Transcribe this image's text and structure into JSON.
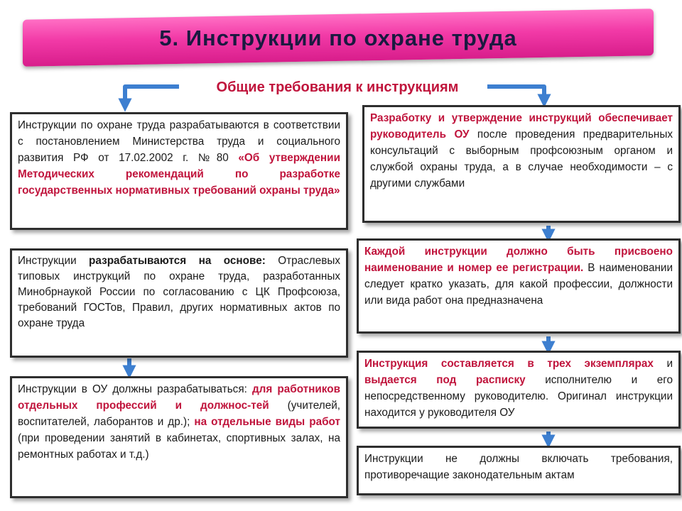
{
  "header": {
    "title": "5. Инструкции по охране труда",
    "subtitle": "Общие требования к инструкциям"
  },
  "left": {
    "box1": {
      "p1": "Инструкции по охране труда разрабатываются в соответствии с постановлением Министерства труда и социального развития РФ от 17.02.2002 г. №80 ",
      "p2": "«Об утверждении Методических рекомендаций по разработке государственных нормативных требований охраны труда»"
    },
    "box2": {
      "p1": "Инструкции ",
      "p2": "разрабатываются на основе:",
      "p3": " Отраслевых типовых инструкций по охране труда, разработанных Минобрнаукой России по согласованию с ЦК Профсоюза, требований ГОСТов, Правил, других нормативных актов по охране труда"
    },
    "box3": {
      "p1": "Инструкции в ОУ должны разрабатываться: ",
      "p2": "для работников отдельных профессий и должнос-тей",
      "p3": " (учителей, воспитателей, лаборантов и др.); ",
      "p4": "на отдельные виды работ",
      "p5": " (при проведении занятий в кабинетах, спортивных залах, на ремонтных работах и т.д.)"
    }
  },
  "right": {
    "box1": {
      "p1": "Разработку и утверждение инструкций обеспечивает руководитель ОУ",
      "p2": " после проведения предварительных консультаций с выборным профсоюзным органом и службой охраны труда, а в случае необходимости – с другими службами"
    },
    "box2": {
      "p1": "Каждой инструкции должно быть присвоено наименование и номер ее регистрации.",
      "p2": " В наименовании следует кратко указать, для какой профессии, должности или вида работ она предназначена"
    },
    "box3": {
      "p1": "Инструкция составляется в трех экземплярах",
      "p2": " и ",
      "p3": "выдается под расписку",
      "p4": " исполнителю и его непосредственному руководителю. Оригинал инструкции находится у руководителя ОУ"
    },
    "box4": {
      "p1": "Инструкции не должны включать требования, противоречащие законодательным актам"
    }
  },
  "colors": {
    "banner": "#f23aa7",
    "accent_red": "#c0143c",
    "arrow_blue": "#3d7fd0"
  }
}
